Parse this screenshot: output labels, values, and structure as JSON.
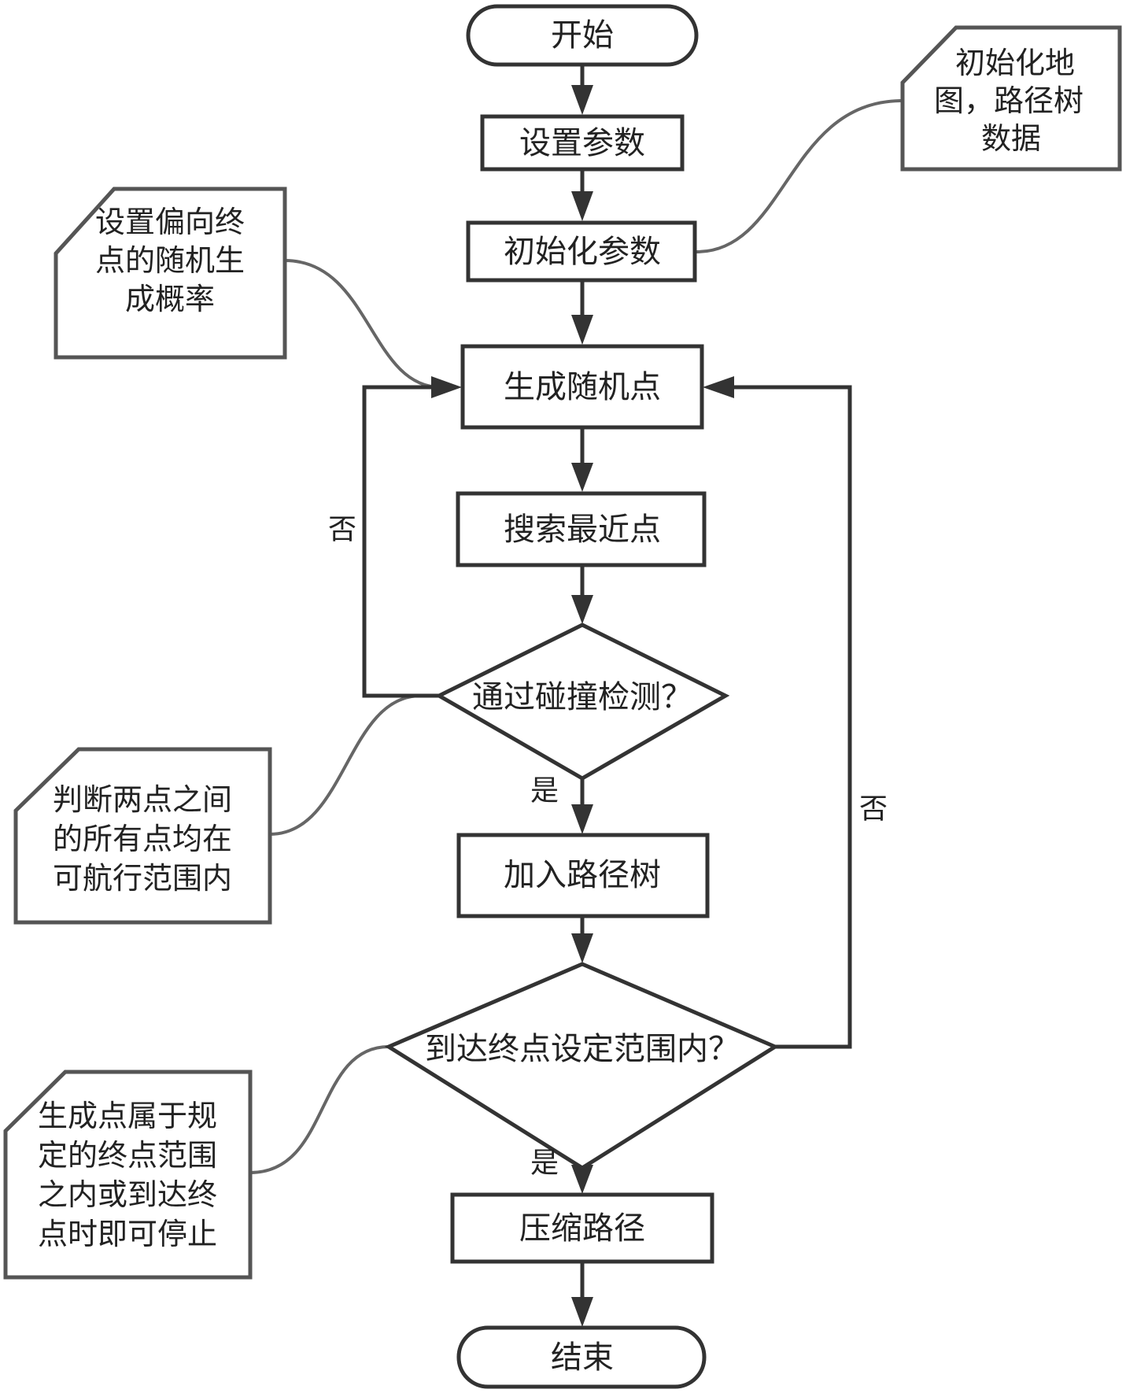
{
  "title": "RRT path planning flowchart",
  "nodes": {
    "start": "开始",
    "set_params": "设置参数",
    "init_params": "初始化参数",
    "gen_random": "生成随机点",
    "search_nearest": "搜索最近点",
    "collision_check": "通过碰撞检测？",
    "add_tree": "加入路径树",
    "reach_goal": "到达终点设定范围内？",
    "compress": "压缩路径",
    "end": "结束"
  },
  "edges": {
    "yes": "是",
    "no": "否"
  },
  "notes": {
    "init_map": [
      "初始化地",
      "图，路径树",
      "数据"
    ],
    "goal_bias": [
      "设置偏向终",
      "点的随机生",
      "成概率"
    ],
    "collision_note": [
      "判断两点之间",
      "的所有点均在",
      "可航行范围内"
    ],
    "goal_note": [
      "生成点属于规",
      "定的终点范围",
      "之内或到达终",
      "点时即可停止"
    ]
  }
}
